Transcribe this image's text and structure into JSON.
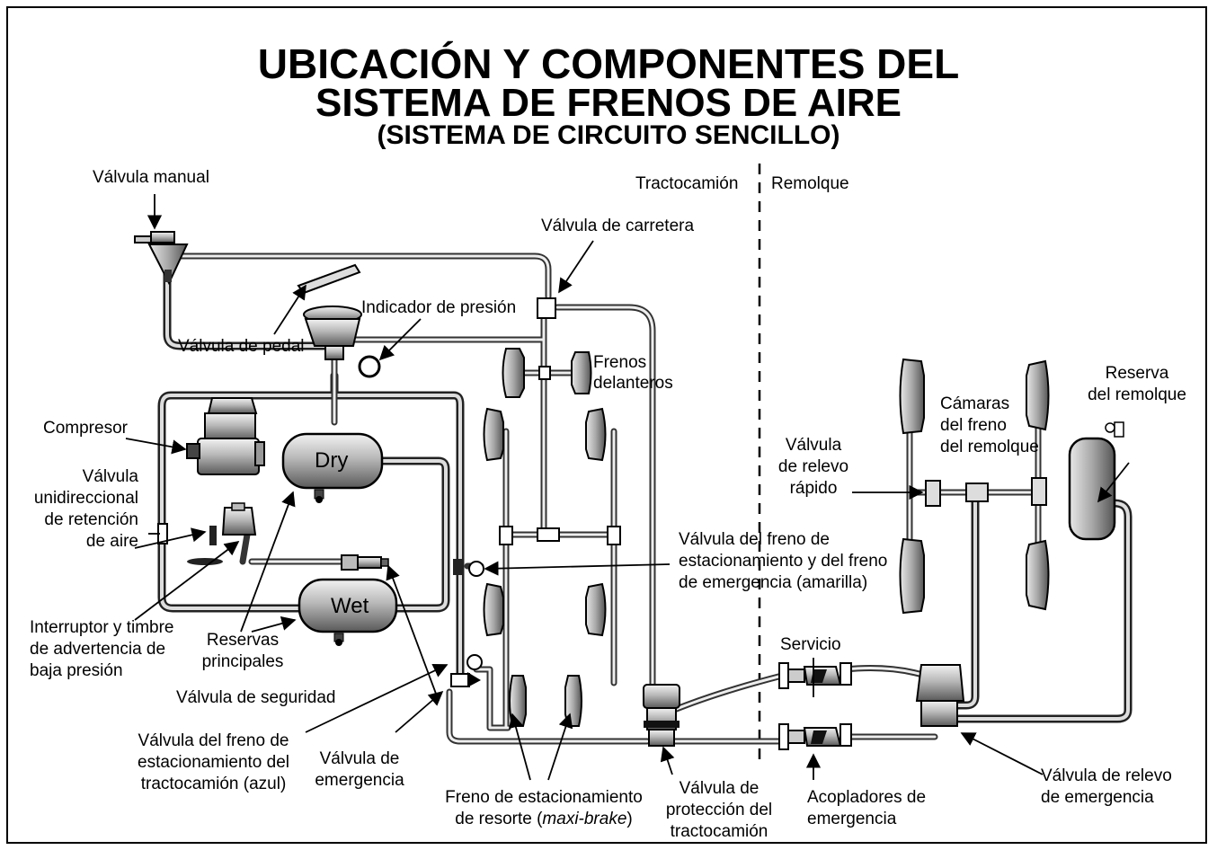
{
  "title": {
    "line1": "UBICACIÓN Y COMPONENTES DEL",
    "line2": "SISTEMA DE FRENOS DE AIRE",
    "line3": "(SISTEMA DE CIRCUITO SENCILLO)"
  },
  "sections": {
    "tractor": "Tractocamión",
    "trailer": "Remolque"
  },
  "tanks": {
    "dry": "Dry",
    "wet": "Wet"
  },
  "labels": {
    "valvula_manual": "Válvula manual",
    "valvula_carretera": "Válvula de carretera",
    "indicador_presion": "Indicador de presión",
    "valvula_pedal": "Válvula de pedal",
    "frenos_delanteros_1": "Frenos",
    "frenos_delanteros_2": "delanteros",
    "compresor": "Compresor",
    "unidireccional_1": "Válvula",
    "unidireccional_2": "unidireccional",
    "unidireccional_3": "de retención",
    "unidireccional_4": "de aire",
    "interruptor_1": "Interruptor y timbre",
    "interruptor_2": "de advertencia de",
    "interruptor_3": "baja presión",
    "reservas_1": "Reservas",
    "reservas_2": "principales",
    "seguridad": "Válvula de seguridad",
    "estac_tracto_1": "Válvula del freno de",
    "estac_tracto_2": "estacionamiento del",
    "estac_tracto_3": "tractocamión (azul)",
    "emergencia_1": "Válvula de",
    "emergencia_2": "emergencia",
    "resorte_1": "Freno de estacionamiento",
    "resorte_2": "de resorte (",
    "resorte_italic": "maxi-brake",
    "resorte_3": ")",
    "proteccion_1": "Válvula de",
    "proteccion_2": "protección del",
    "proteccion_3": "tractocamión",
    "amarilla_1": "Válvula del freno de",
    "amarilla_2": "estacionamiento y del freno",
    "amarilla_3": "de emergencia (amarilla)",
    "servicio": "Servicio",
    "acopladores_1": "Acopladores de",
    "acopladores_2": "emergencia",
    "relevo_emerg_1": "Válvula de relevo",
    "relevo_emerg_2": "de emergencia",
    "relevo_rapido_1": "Válvula",
    "relevo_rapido_2": "de relevo",
    "relevo_rapido_3": "rápido",
    "camaras_1": "Cámaras",
    "camaras_2": "del freno",
    "camaras_3": "del remolque",
    "reserva_rem_1": "Reserva",
    "reserva_rem_2": "del remolque"
  }
}
